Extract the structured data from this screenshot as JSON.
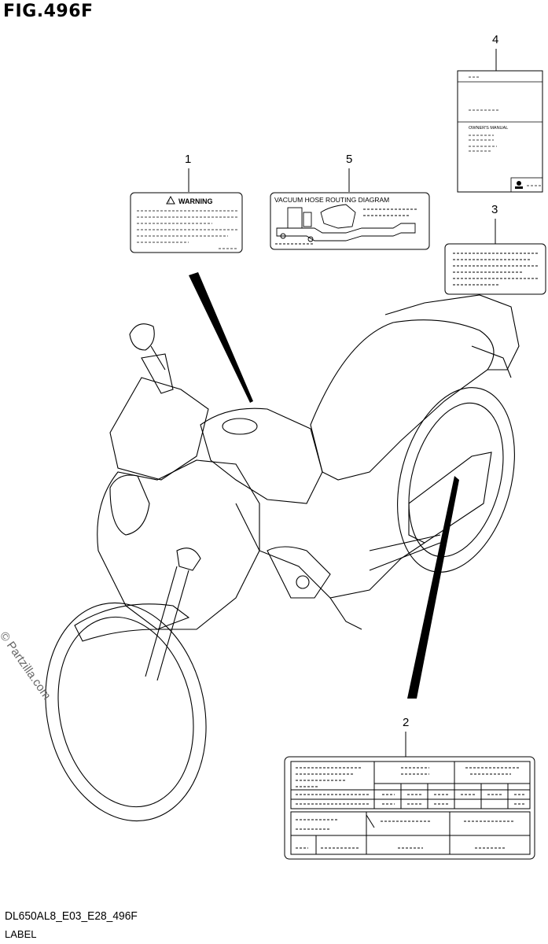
{
  "figure": {
    "title": "FIG.496F",
    "code": "DL650AL8_E03_E28_496F",
    "name": "LABEL"
  },
  "watermark": "© Partzilla.com",
  "callouts": [
    {
      "number": "1",
      "part": "warning-label"
    },
    {
      "number": "2",
      "part": "information-label"
    },
    {
      "number": "3",
      "part": "label"
    },
    {
      "number": "4",
      "part": "manual"
    },
    {
      "number": "5",
      "part": "vacuum-hose-label"
    }
  ],
  "labels": {
    "warning_text": "WARNING",
    "vacuum_text": "VACUUM HOSE ROUTING DIAGRAM",
    "manual_text": "OWNER'S MANUAL"
  }
}
